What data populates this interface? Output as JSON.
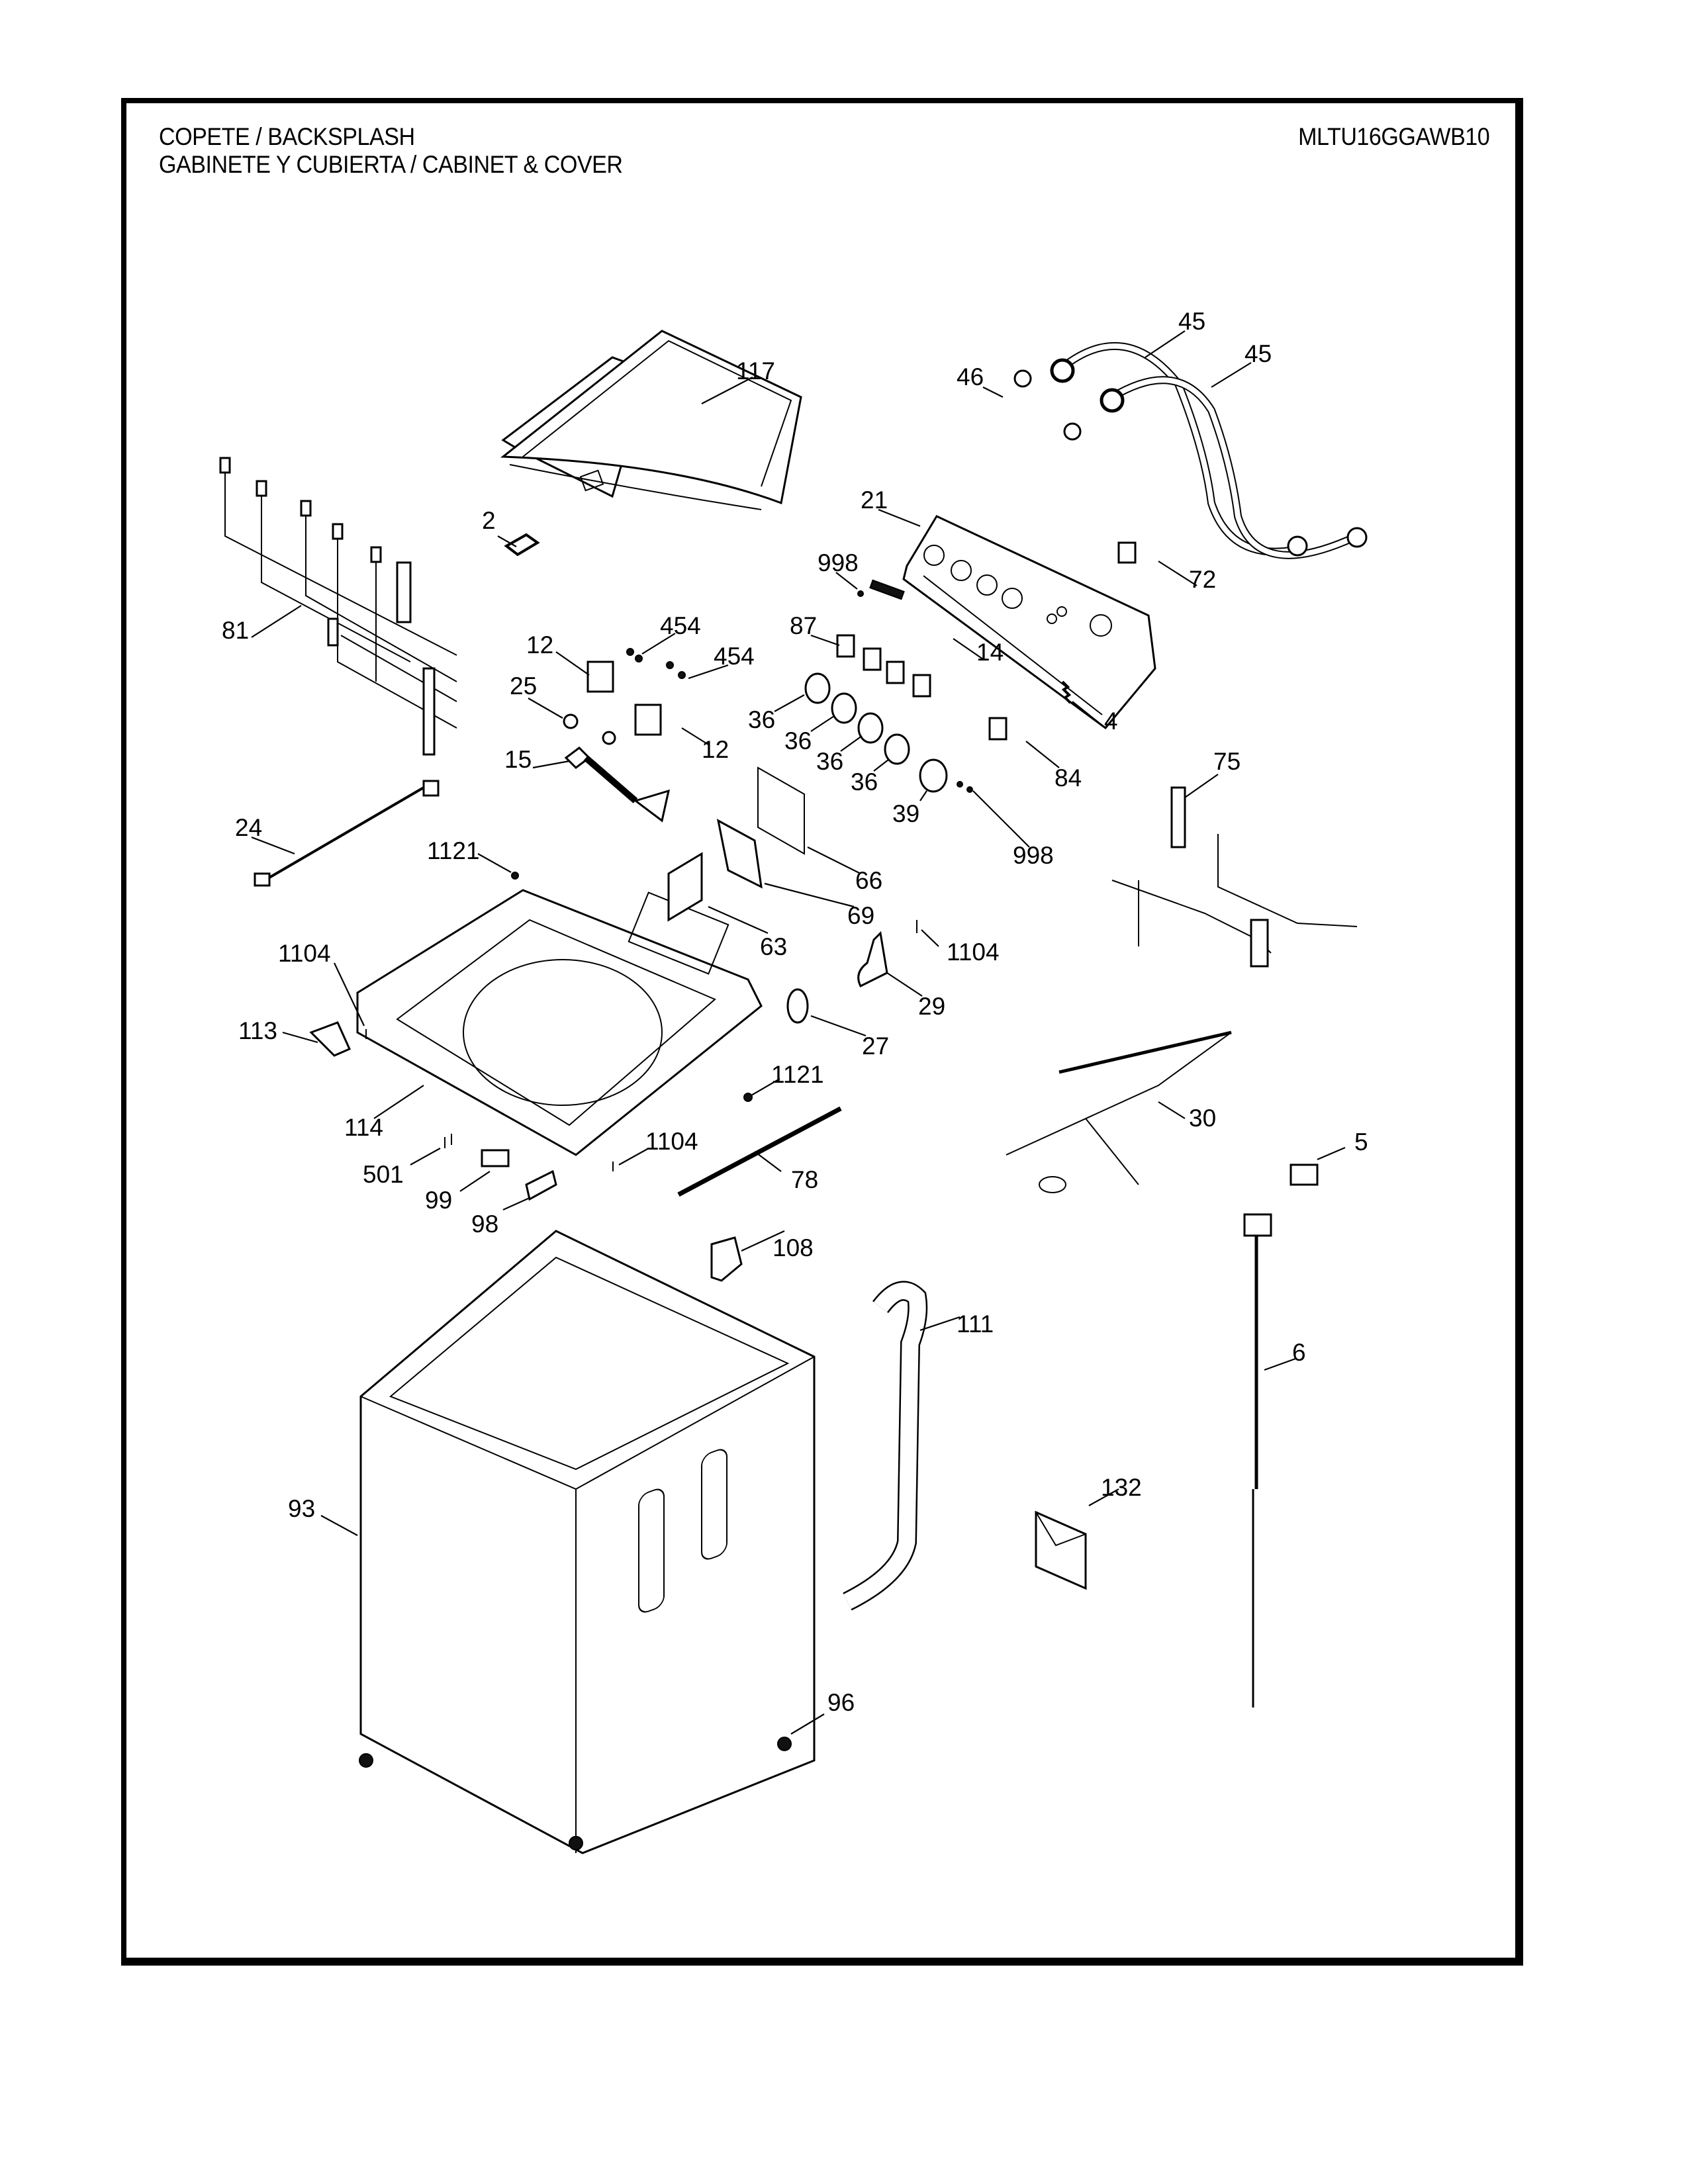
{
  "header": {
    "title_line1": "COPETE / BACKSPLASH",
    "title_line2": "GABINETE Y CUBIERTA / CABINET & COVER",
    "model_number": "MLTU16GGAWB10"
  },
  "parts": [
    {
      "id": "lid",
      "label": "117"
    },
    {
      "id": "lid-pad",
      "label": "2"
    },
    {
      "id": "wire-harness-main",
      "label": "81"
    },
    {
      "id": "hose-washer-a",
      "label": "46"
    },
    {
      "id": "inlet-hose-a",
      "label": "45"
    },
    {
      "id": "inlet-hose-b",
      "label": "45"
    },
    {
      "id": "backsplash",
      "label": "21"
    },
    {
      "id": "screw-top",
      "label": "998"
    },
    {
      "id": "bracket-72",
      "label": "72"
    },
    {
      "id": "switch-87",
      "label": "87"
    },
    {
      "id": "lens-14",
      "label": "14"
    },
    {
      "id": "spring-4",
      "label": "4"
    },
    {
      "id": "water-valve-a",
      "label": "12"
    },
    {
      "id": "screw-454-a",
      "label": "454"
    },
    {
      "id": "screw-454-b",
      "label": "454"
    },
    {
      "id": "clamp-25",
      "label": "25"
    },
    {
      "id": "water-valve-b",
      "label": "12"
    },
    {
      "id": "knob-a",
      "label": "36"
    },
    {
      "id": "knob-b",
      "label": "36"
    },
    {
      "id": "knob-c",
      "label": "36"
    },
    {
      "id": "knob-d",
      "label": "36"
    },
    {
      "id": "knob-39",
      "label": "39"
    },
    {
      "id": "switch-84",
      "label": "84"
    },
    {
      "id": "harness-75",
      "label": "75"
    },
    {
      "id": "fill-hose-15",
      "label": "15"
    },
    {
      "id": "harness-24",
      "label": "24"
    },
    {
      "id": "screw-1121-a",
      "label": "1121"
    },
    {
      "id": "bracket-66",
      "label": "66"
    },
    {
      "id": "control-board-69",
      "label": "69"
    },
    {
      "id": "board-cover-63",
      "label": "63"
    },
    {
      "id": "screw-998-b",
      "label": "998"
    },
    {
      "id": "screw-1104-a",
      "label": "1104"
    },
    {
      "id": "screw-1104-b",
      "label": "1104"
    },
    {
      "id": "bracket-29",
      "label": "29"
    },
    {
      "id": "pressure-switch-27",
      "label": "27"
    },
    {
      "id": "lid-hinge-113",
      "label": "113"
    },
    {
      "id": "top-cover-114",
      "label": "114"
    },
    {
      "id": "screw-1121-b",
      "label": "1121"
    },
    {
      "id": "harness-30",
      "label": "30"
    },
    {
      "id": "connector-5",
      "label": "5"
    },
    {
      "id": "screw-501",
      "label": "501"
    },
    {
      "id": "screw-1104-c",
      "label": "1104"
    },
    {
      "id": "lid-switch-rod-78",
      "label": "78"
    },
    {
      "id": "lid-lock-99",
      "label": "99"
    },
    {
      "id": "clip-98",
      "label": "98"
    },
    {
      "id": "bracket-108",
      "label": "108"
    },
    {
      "id": "drain-hose-111",
      "label": "111"
    },
    {
      "id": "power-cord-6",
      "label": "6"
    },
    {
      "id": "cabinet-93",
      "label": "93"
    },
    {
      "id": "literature-132",
      "label": "132"
    },
    {
      "id": "leveling-foot-96",
      "label": "96"
    }
  ]
}
